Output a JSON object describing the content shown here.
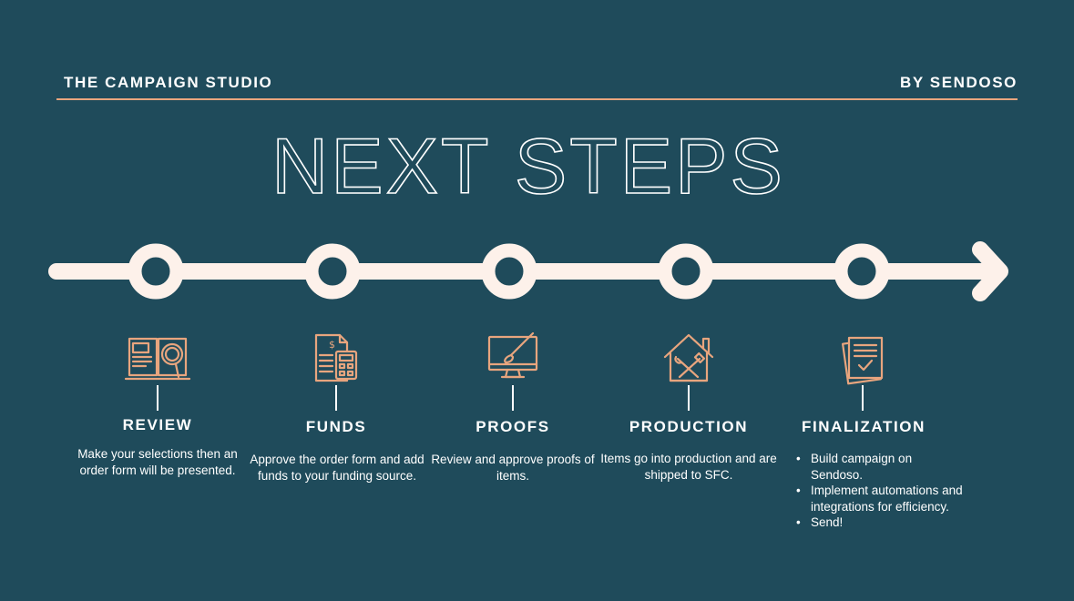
{
  "header": {
    "left_brand": "THE CAMPAIGN STUDIO",
    "right_brand": "BY SENDOSO"
  },
  "title": "NEXT STEPS",
  "colors": {
    "background": "#1f4b5b",
    "accent": "#e8a57e",
    "timeline": "#fdf1ea",
    "text": "#ffffff"
  },
  "steps": [
    {
      "icon": "book-magnifier-icon",
      "label": "REVIEW",
      "description": "Make your selections then an order form will be presented."
    },
    {
      "icon": "invoice-calculator-icon",
      "label": "FUNDS",
      "description": "Approve the order form and add funds to your funding source."
    },
    {
      "icon": "monitor-paintbrush-icon",
      "label": "PROOFS",
      "description": "Review and approve proofs of items."
    },
    {
      "icon": "house-tools-icon",
      "label": "PRODUCTION",
      "description": "Items go into production and are shipped to SFC."
    },
    {
      "icon": "checklist-documents-icon",
      "label": "FINALIZATION",
      "bullets": [
        "Build campaign on Sendoso.",
        "Implement automations and integrations for efficiency.",
        "Send!"
      ]
    }
  ]
}
